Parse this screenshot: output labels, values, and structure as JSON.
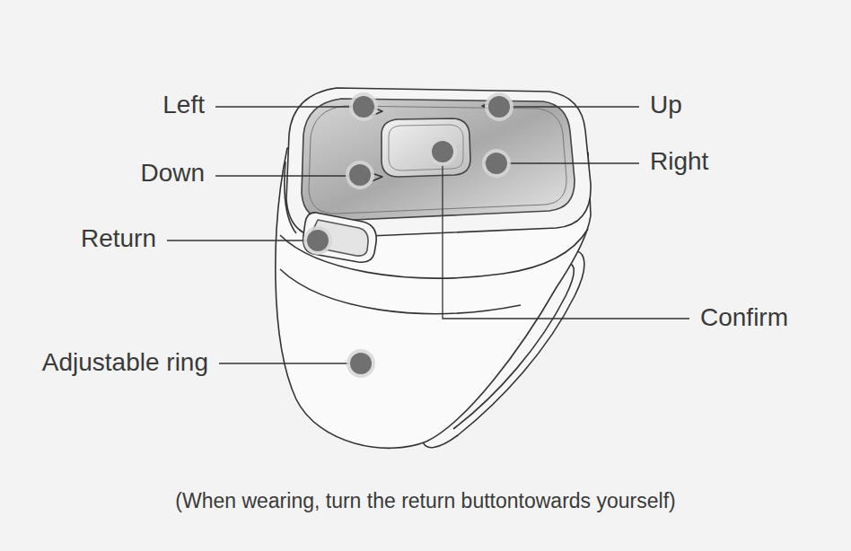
{
  "diagram": {
    "caption": "(When wearing, turn the return buttontowards yourself)",
    "labels": [
      "Left",
      "Up",
      "Down",
      "Right",
      "Return",
      "Confirm",
      "Adjustable ring"
    ]
  }
}
